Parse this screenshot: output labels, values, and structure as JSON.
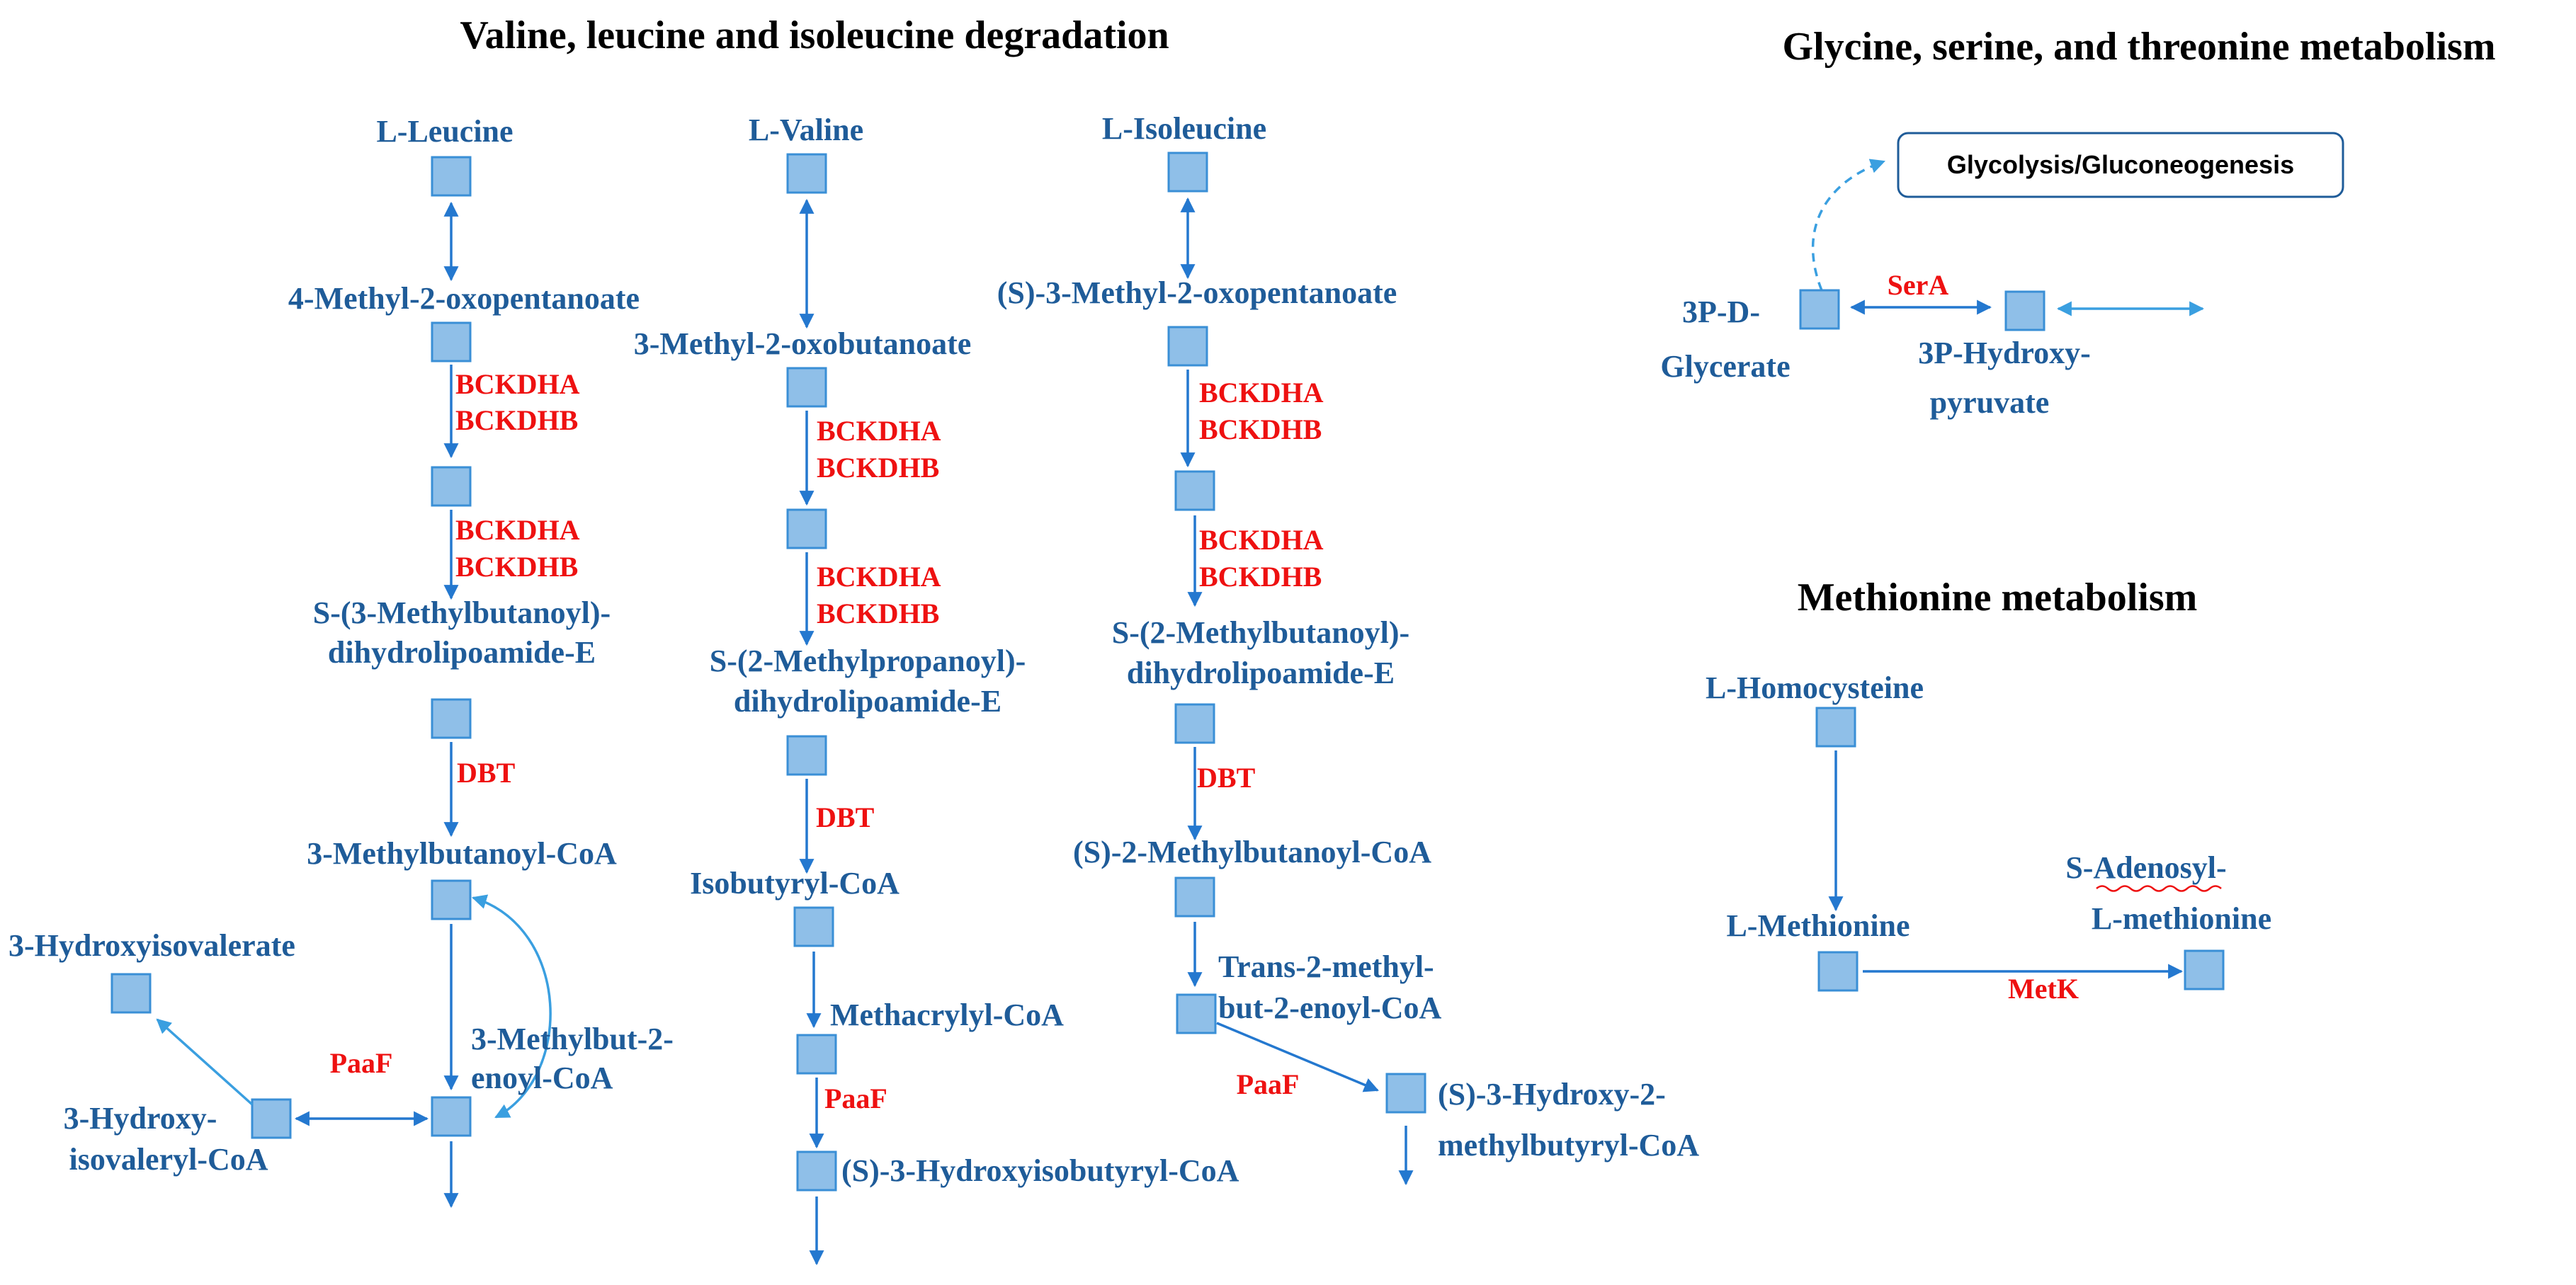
{
  "titles": {
    "bcaa": "Valine, leucine and isoleucine degradation",
    "gly": "Glycine, serine, and threonine metabolism",
    "met": "Methionine metabolism"
  },
  "pathway_link": "Glycolysis/Gluconeogenesis",
  "leucine": {
    "l_leucine": "L-Leucine",
    "oxo": "4-Methyl-2-oxopentanoate",
    "dihydro_1": "S-(3-Methylbutanoyl)-",
    "dihydro_2": "dihydrolipoamide-E",
    "coa": "3-Methylbutanoyl-CoA",
    "hydroxyisovalerate": "3-Hydroxyisovalerate",
    "enoyl_1": "3-Methylbut-2-",
    "enoyl_2": "enoyl-CoA",
    "hiv_coa_1": "3-Hydroxy-",
    "hiv_coa_2": "isovaleryl-CoA"
  },
  "valine": {
    "l_valine": "L-Valine",
    "oxo": "3-Methyl-2-oxobutanoate",
    "dihydro_1": "S-(2-Methylpropanoyl)-",
    "dihydro_2": "dihydrolipoamide-E",
    "isobutyryl": "Isobutyryl-CoA",
    "methacrylyl": "Methacrylyl-CoA",
    "hib_coa": "(S)-3-Hydroxyisobutyryl-CoA"
  },
  "isoleucine": {
    "l_isoleucine": "L-Isoleucine",
    "oxo": "(S)-3-Methyl-2-oxopentanoate",
    "dihydro_1": "S-(2-Methylbutanoyl)-",
    "dihydro_2": "dihydrolipoamide-E",
    "mb_coa": "(S)-2-Methylbutanoyl-CoA",
    "trans_1": "Trans-2-methyl-",
    "trans_2": "but-2-enoyl-CoA",
    "hmb_1": "(S)-3-Hydroxy-2-",
    "hmb_2": "methylbutyryl-CoA"
  },
  "glycine": {
    "g3p_1": "3P-D-",
    "g3p_2": "Glycerate",
    "hp_1": "3P-Hydroxy-",
    "hp_2": "pyruvate"
  },
  "methionine": {
    "homocysteine": "L-Homocysteine",
    "methionine": "L-Methionine",
    "sam_1": "S-Adenosyl-",
    "sam_2": "L-methionine"
  },
  "enzymes": {
    "bckdha": "BCKDHA",
    "bckdhb": "BCKDHB",
    "dbt": "DBT",
    "paaf": "PaaF",
    "sera": "SerA",
    "metk": "MetK"
  },
  "colors": {
    "metabolite": "#1f5c99",
    "enzyme": "#ee1111",
    "node_fill": "#8fbfe8",
    "arrow": "#2478cf"
  }
}
